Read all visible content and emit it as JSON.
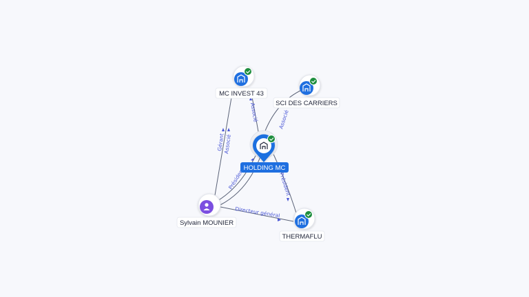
{
  "colors": {
    "company": "#1f6fe0",
    "person": "#7b4fe0",
    "verified": "#1e8e3e",
    "edge": "#5b6378",
    "edge_label": "#4a57d6"
  },
  "nodes": {
    "holding": {
      "label": "HOLDING MC",
      "icon": "building-icon",
      "badge": "check-icon"
    },
    "mc_invest": {
      "label": "MC INVEST 43",
      "icon": "building-icon",
      "badge": "check-icon"
    },
    "sci": {
      "label": "SCI DES CARRIERS",
      "icon": "building-icon",
      "badge": "check-icon"
    },
    "thermaflu": {
      "label": "THERMAFLU",
      "icon": "building-icon",
      "badge": "check-icon"
    },
    "sylvain": {
      "label": "Sylvain MOUNIER",
      "icon": "person-icon"
    }
  },
  "edges": {
    "holding_mcinvest": {
      "label": "Associé"
    },
    "holding_sci": {
      "label": "Associé"
    },
    "holding_thermaflu": {
      "label": "Président"
    },
    "sylvain_mcinvest_gerant": {
      "label": "Gérant"
    },
    "sylvain_mcinvest_associe": {
      "label": "Associé"
    },
    "sylvain_holding": {
      "label": "Président"
    },
    "sylvain_thermaflu": {
      "label": "Directeur général"
    }
  }
}
